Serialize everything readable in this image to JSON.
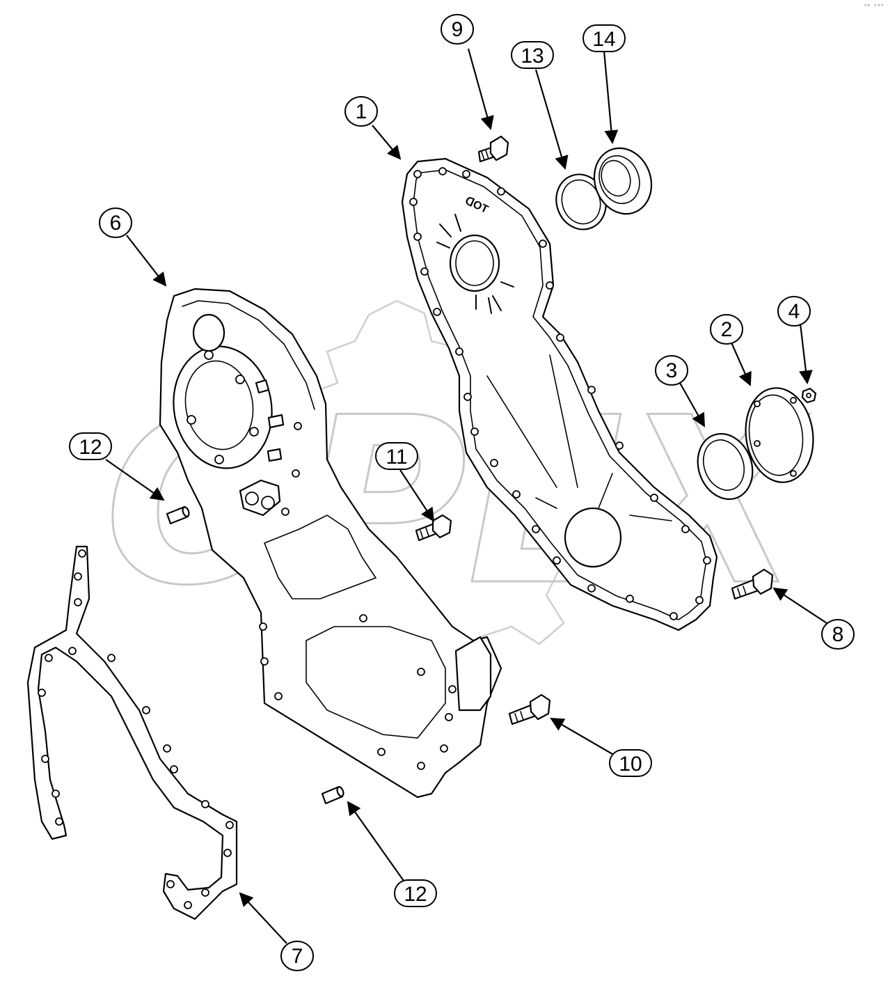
{
  "watermark": {
    "text": "OPEX",
    "color": "#c8c8c8"
  },
  "corner_mark": "ᵒᵖ ᵒᵒᵒ",
  "diagram": {
    "type": "exploded-parts-view",
    "callouts": [
      {
        "id": "c1",
        "label": "1"
      },
      {
        "id": "c2",
        "label": "2"
      },
      {
        "id": "c3",
        "label": "3"
      },
      {
        "id": "c4",
        "label": "4"
      },
      {
        "id": "c6",
        "label": "6"
      },
      {
        "id": "c7",
        "label": "7"
      },
      {
        "id": "c8",
        "label": "8"
      },
      {
        "id": "c9",
        "label": "9"
      },
      {
        "id": "c10",
        "label": "10"
      },
      {
        "id": "c11",
        "label": "11"
      },
      {
        "id": "c12a",
        "label": "12"
      },
      {
        "id": "c12b",
        "label": "12"
      },
      {
        "id": "c13",
        "label": "13"
      },
      {
        "id": "c14",
        "label": "14"
      }
    ],
    "cover_stamp": "ᗡOT"
  }
}
